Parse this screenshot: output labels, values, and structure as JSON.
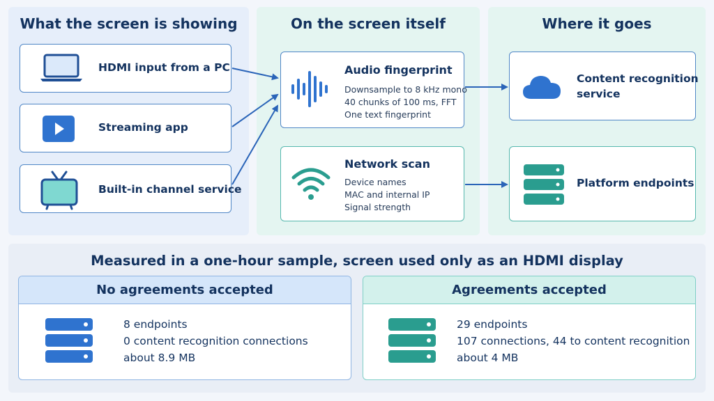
{
  "columns": {
    "sources": {
      "title": "What the screen is showing"
    },
    "device": {
      "title": "On the screen itself"
    },
    "destinations": {
      "title": "Where it goes"
    }
  },
  "sources": [
    {
      "label": "HDMI input from a PC",
      "icon": "laptop-icon"
    },
    {
      "label": "Streaming app",
      "icon": "play-icon"
    },
    {
      "label": "Built-in channel service",
      "icon": "tv-icon"
    }
  ],
  "device": {
    "audio": {
      "title": "Audio fingerprint",
      "icon": "sound-wave-icon",
      "lines": [
        "Downsample to 8 kHz mono",
        "40 chunks of 100 ms, FFT",
        "One text fingerprint"
      ]
    },
    "network": {
      "title": "Network scan",
      "icon": "wifi-icon",
      "lines": [
        "Device names",
        "MAC and internal IP",
        "Signal strength"
      ]
    }
  },
  "destinations": {
    "content": {
      "label_line1": "Content recognition",
      "label_line2": "service",
      "icon": "cloud-icon"
    },
    "platform": {
      "label": "Platform endpoints",
      "icon": "server-icon"
    }
  },
  "summary": {
    "title": "Measured in a one-hour sample, screen used only as an HDMI display",
    "no_agreements": {
      "heading": "No agreements accepted",
      "icon": "server-icon",
      "lines": [
        "8 endpoints",
        "0 content recognition connections",
        "about 8.9 MB"
      ]
    },
    "agreements": {
      "heading": "Agreements accepted",
      "icon": "server-icon",
      "lines": [
        "29 endpoints",
        "107 connections, 44 to content recognition",
        "about 4 MB"
      ]
    }
  },
  "colors": {
    "blue_accent": "#2f73cf",
    "teal_accent": "#2a9d8f",
    "navy_text": "#13325e",
    "arrow": "#2a64b8"
  }
}
